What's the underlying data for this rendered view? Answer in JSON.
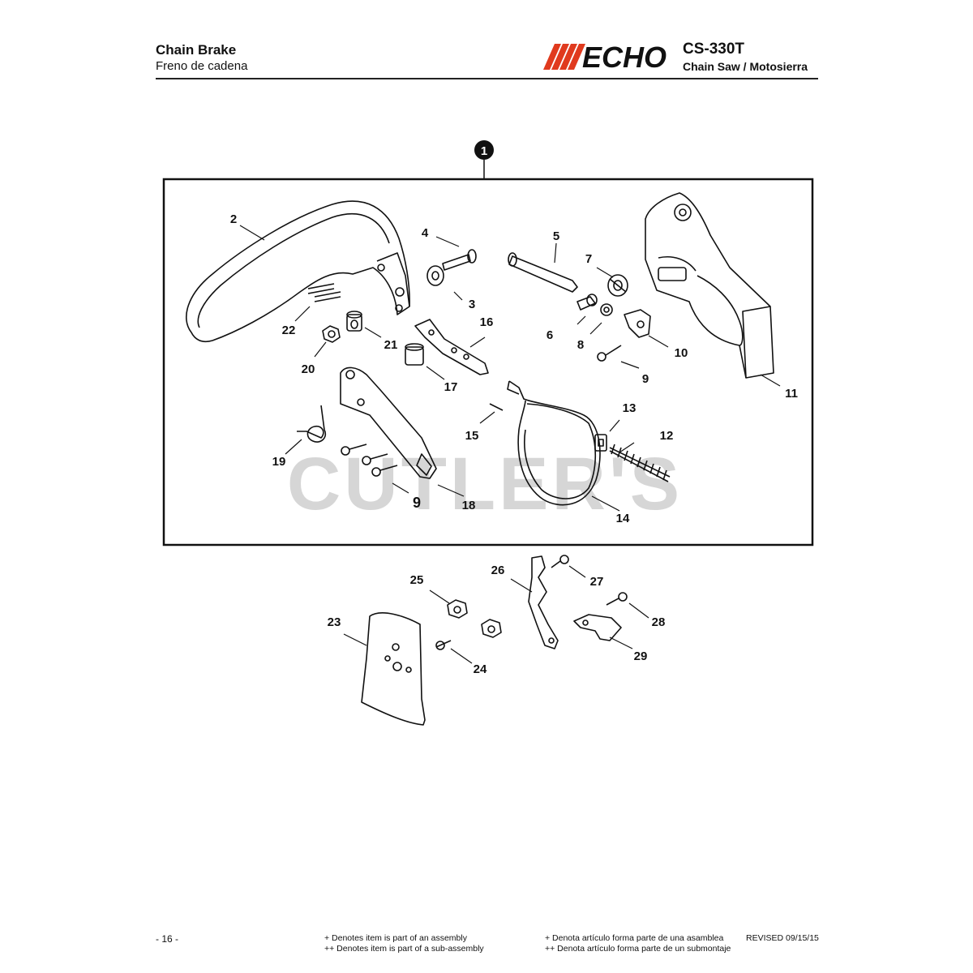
{
  "header": {
    "title": "Chain Brake",
    "subtitle": "Freno de cadena",
    "brand": "ECHO",
    "model": "CS-330T",
    "model_subtitle": "Chain Saw / Motosierra"
  },
  "diagram": {
    "assembly_marker": "1",
    "watermark": "CUTLER'S",
    "callouts": [
      "2",
      "3",
      "4",
      "5",
      "6",
      "7",
      "8",
      "9",
      "10",
      "11",
      "12",
      "13",
      "14",
      "15",
      "16",
      "17",
      "18",
      "19",
      "20",
      "21",
      "22",
      "9",
      "23",
      "24",
      "25",
      "26",
      "27",
      "28",
      "29"
    ]
  },
  "footer": {
    "page": "- 16 -",
    "note_en_1": "+ Denotes item is part of an assembly",
    "note_en_2": "++ Denotes item is part of a sub-assembly",
    "note_es_1": "+ Denota artículo forma parte de una asamblea",
    "note_es_2": "++ Denota artículo forma parte de un submontaje",
    "revised": "REVISED 09/15/15"
  }
}
